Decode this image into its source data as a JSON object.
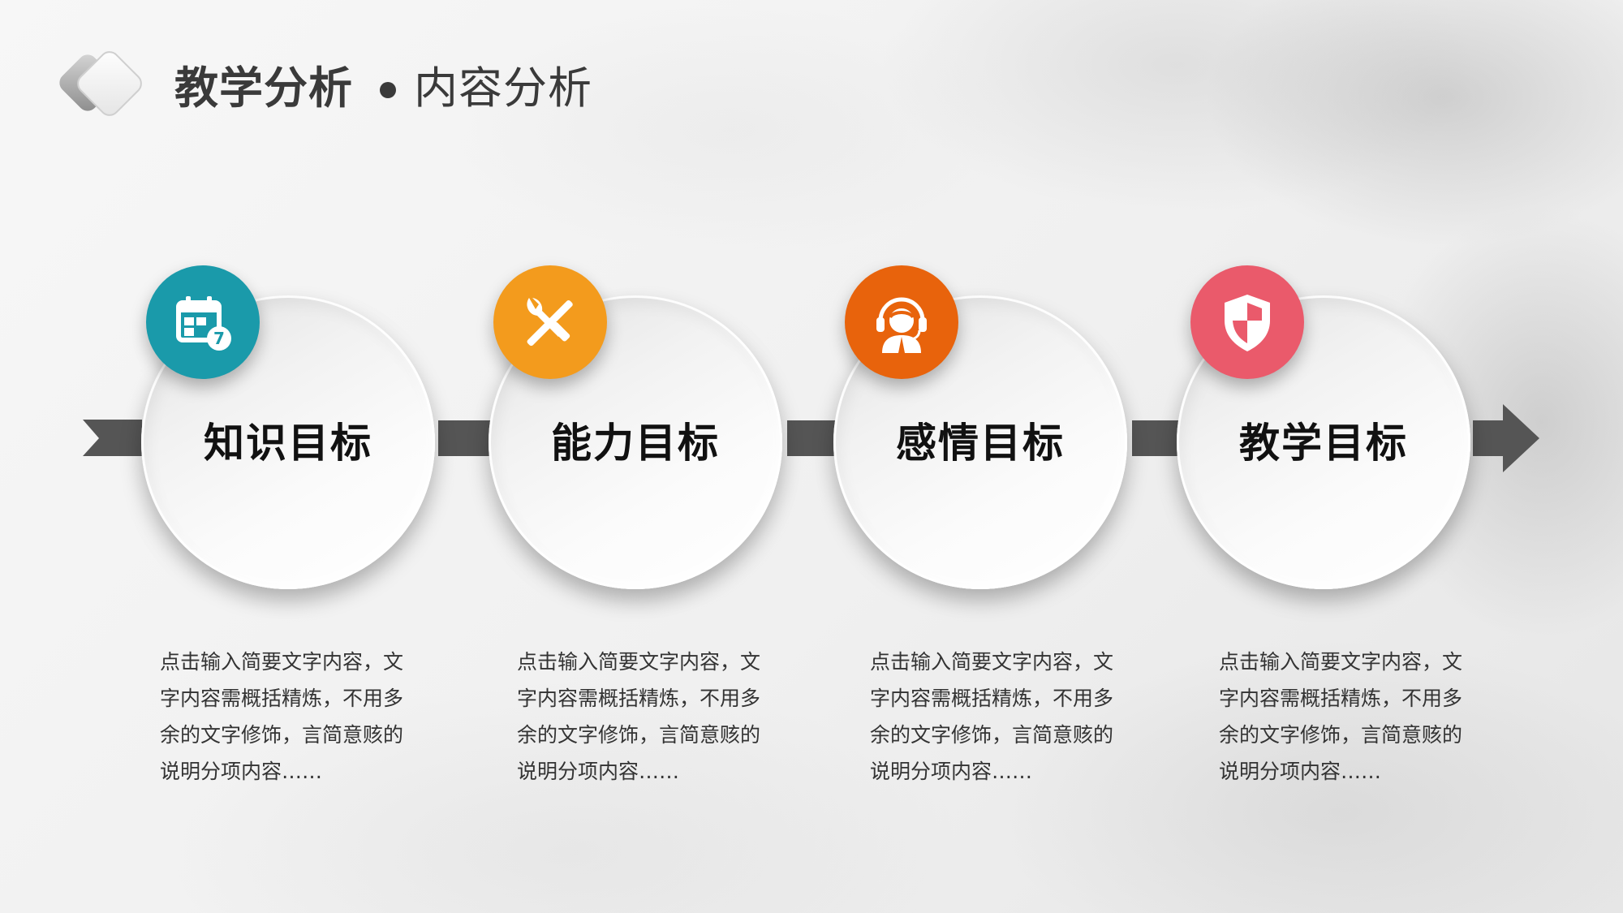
{
  "header": {
    "title_main": "教学分析",
    "title_sub": "内容分析"
  },
  "steps": [
    {
      "label": "知识目标",
      "icon": "calendar-icon",
      "color": "#1a9aaa",
      "desc": "点击输入简要文字内容，文字内容需概括精炼，不用多余的文字修饰，言简意赅的说明分项内容……"
    },
    {
      "label": "能力目标",
      "icon": "tools-icon",
      "color": "#f39b1d",
      "desc": "点击输入简要文字内容，文字内容需概括精炼，不用多余的文字修饰，言简意赅的说明分项内容……"
    },
    {
      "label": "感情目标",
      "icon": "headset-person-icon",
      "color": "#e8630c",
      "desc": "点击输入简要文字内容，文字内容需概括精炼，不用多余的文字修饰，言简意赅的说明分项内容……"
    },
    {
      "label": "教学目标",
      "icon": "shield-icon",
      "color": "#ea5a6b",
      "desc": "点击输入简要文字内容，文字内容需概括精炼，不用多余的文字修饰，言简意赅的说明分项内容……"
    }
  ],
  "colors": {
    "title": "#3a3a3a",
    "connector": "#555555"
  }
}
